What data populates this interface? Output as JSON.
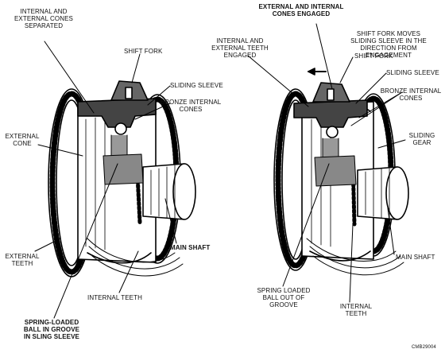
{
  "left_unit": {
    "cones_separated": "INTERNAL AND\nEXTERNAL CONES\nSEPARATED",
    "shift_fork": "SHIFT FORK",
    "sliding_sleeve": "SLIDING SLEEVE",
    "bronze_internal_cones": "BRONZE INTERNAL\nCONES",
    "external_cone": "EXTERNAL\nCONE",
    "main_shaft": "MAIN SHAFT",
    "external_teeth": "EXTERNAL\nTEETH",
    "internal_teeth": "INTERNAL TEETH",
    "spring_loaded_ball": "SPRING-LOADED\nBALL IN GROOVE\nIN SLING SLEEVE"
  },
  "right_unit": {
    "cones_engaged": "EXTERNAL AND INTERNAL\nCONES ENGAGED",
    "shift_fork_moves": "SHIFT FORK MOVES\nSLIDING SLEEVE IN THE\nDIRECTION FROM ENGAGEMENT",
    "teeth_engaged": "INTERNAL AND\nEXTERNAL TEETH\nENGAGED",
    "shift_fork": "SHIFT FORK",
    "sliding_sleeve": "SLIDING SLEEVE",
    "bronze_internal_cones": "BRONZE INTERNAL\nCONES",
    "sliding_gear": "SLIDING\nGEAR",
    "main_shaft": "MAIN SHAFT",
    "spring_loaded_ball": "SPRING LOADED\nBALL OUT OF\nGROOVE",
    "internal_teeth": "INTERNAL\nTEETH"
  },
  "figure_code": "CMB29004"
}
